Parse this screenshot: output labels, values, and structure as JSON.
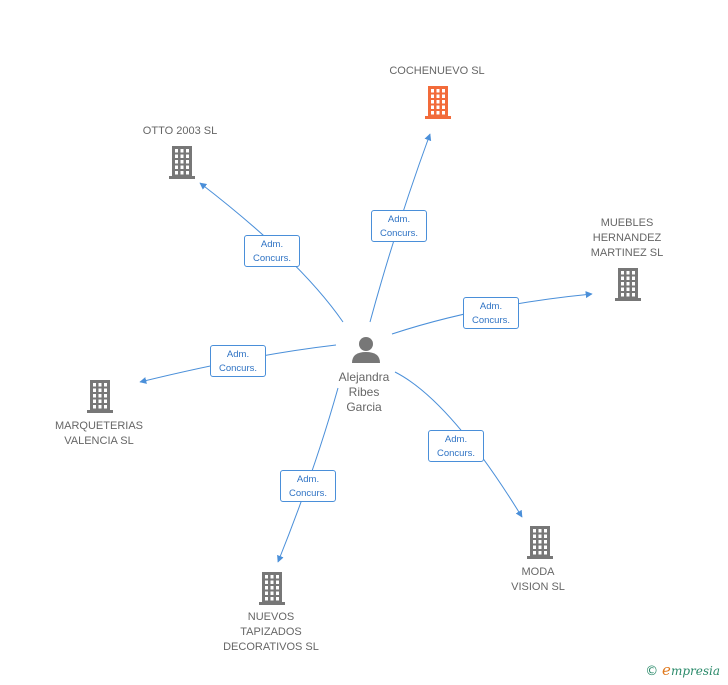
{
  "colors": {
    "edge": "#4a8fd9",
    "building": "#777777",
    "building_highlight": "#f26b3a",
    "person": "#777777"
  },
  "center": {
    "name": "Alejandra\nRibes\nGarcia",
    "icon": "person-icon"
  },
  "companies": [
    {
      "name": "COCHENUEVO SL",
      "highlight": true,
      "icon": "building-icon"
    },
    {
      "name": "OTTO 2003 SL",
      "highlight": false,
      "icon": "building-icon"
    },
    {
      "name": "MUEBLES\nHERNANDEZ\nMARTINEZ SL",
      "highlight": false,
      "icon": "building-icon"
    },
    {
      "name": "MARQUETERIAS\nVALENCIA SL",
      "highlight": false,
      "icon": "building-icon"
    },
    {
      "name": "MODA\nVISION SL",
      "highlight": false,
      "icon": "building-icon"
    },
    {
      "name": "NUEVOS\nTAPIZADOS\nDECORATIVOS SL",
      "highlight": false,
      "icon": "building-icon"
    }
  ],
  "edges": [
    {
      "label": "Adm.\nConcurs."
    },
    {
      "label": "Adm.\nConcurs."
    },
    {
      "label": "Adm.\nConcurs."
    },
    {
      "label": "Adm.\nConcurs."
    },
    {
      "label": "Adm.\nConcurs."
    },
    {
      "label": "Adm.\nConcurs."
    }
  ],
  "brand": {
    "copyright": "©",
    "first_letter": "e",
    "rest": "mpresia"
  }
}
